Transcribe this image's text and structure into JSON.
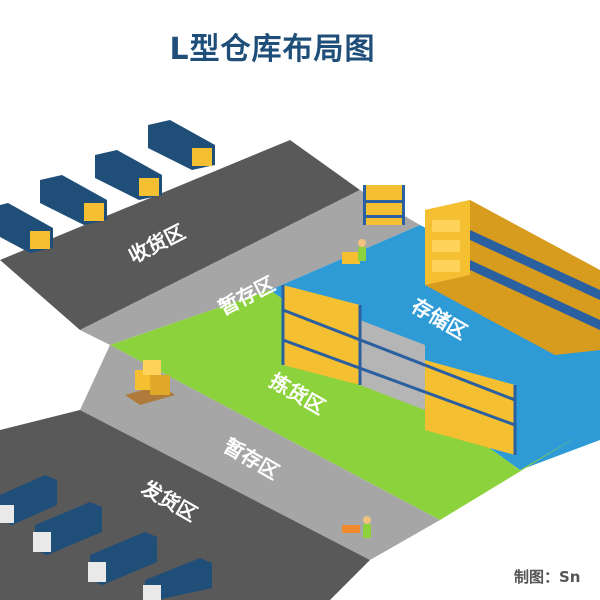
{
  "title": "L型仓库布局图",
  "credit": "制图：Sn",
  "zones": {
    "receiving": "收货区",
    "staging_top": "暂存区",
    "storage": "存储区",
    "picking": "拣货区",
    "staging_bottom": "暂存区",
    "shipping": "发货区"
  },
  "colors": {
    "dark_floor": "#595959",
    "light_floor": "#a6a6a6",
    "storage_floor": "#2e9bd6",
    "picking_floor": "#8cd23c",
    "truck_blue": "#1f4e79",
    "box_yellow": "#f5bf32"
  }
}
